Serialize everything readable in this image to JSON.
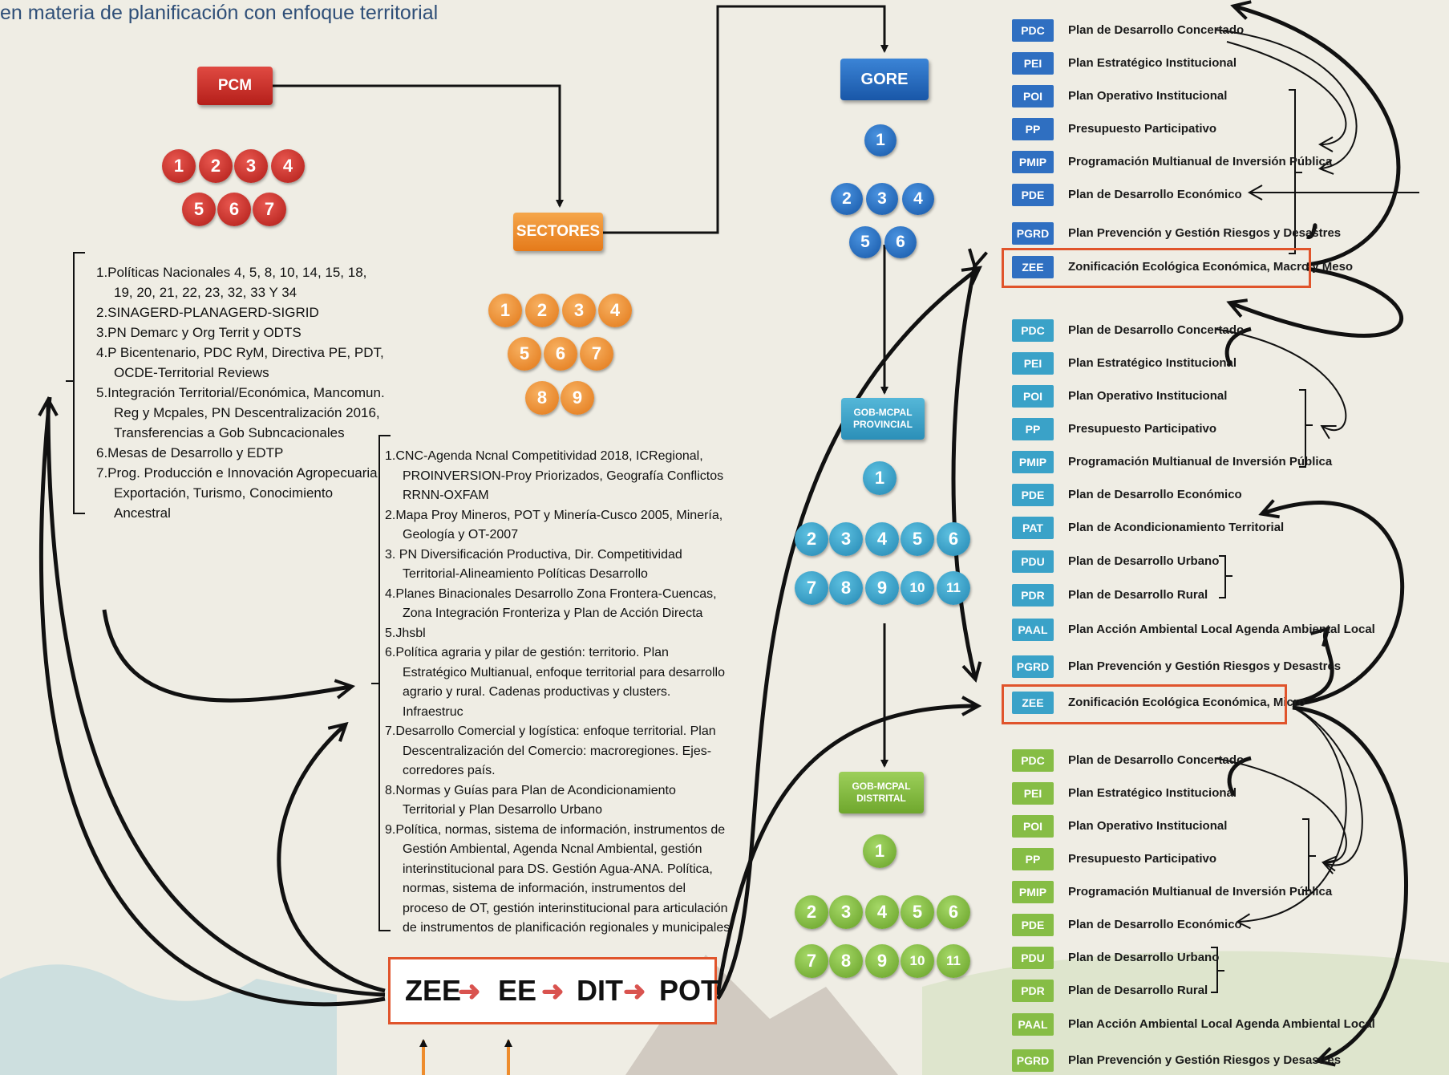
{
  "title": "en materia de planificación con enfoque territorial",
  "nodes": {
    "pcm": "PCM",
    "sectores": "SECTORES",
    "gore": "GORE",
    "gob_provincial": "GOB-MCPAL PROVINCIAL",
    "gob_distrital": "GOB-MCPAL DISTRITAL"
  },
  "pcm_numbers": [
    "1",
    "2",
    "3",
    "4",
    "5",
    "6",
    "7"
  ],
  "sectores_numbers": [
    "1",
    "2",
    "3",
    "4",
    "5",
    "6",
    "7",
    "8",
    "9"
  ],
  "gore_numbers": [
    "1",
    "2",
    "3",
    "4",
    "5",
    "6"
  ],
  "provincial_numbers": [
    "1",
    "2",
    "3",
    "4",
    "5",
    "6",
    "7",
    "8",
    "9",
    "10",
    "11"
  ],
  "distrital_numbers": [
    "1",
    "2",
    "3",
    "4",
    "5",
    "6",
    "7",
    "8",
    "9",
    "10",
    "11"
  ],
  "pcm_list": [
    "1.Políticas Nacionales  4, 5, 8, 10, 14, 15, 18, 19, 20, 21, 22, 23, 32, 33 Y 34",
    "2.SINAGERD-PLANAGERD-SIGRID",
    "3.PN Demarc y Org Territ y ODTS",
    "4.P Bicentenario, PDC RyM, Directiva PE, PDT, OCDE-Territorial Reviews",
    "5.Integración Territorial/Económica, Mancomun. Reg y Mcpales, PN Descentralización 2016, Transferencias a Gob Subncacionales",
    "6.Mesas de Desarrollo y EDTP",
    "7.Prog. Producción e Innovación  Agropecuaria, Exportación,  Turismo,  Conocimiento Ancestral"
  ],
  "sectores_list": [
    "1.CNC-Agenda Ncnal Competitividad 2018, ICRegional, PROINVERSION-Proy Priorizados, Geografía Conflictos RRNN-OXFAM",
    "2.Mapa Proy Mineros, POT y Minería-Cusco 2005, Minería, Geología y OT-2007",
    "3. PN Diversificación Productiva, Dir.  Competitividad Territorial-Alineamiento Políticas Desarrollo",
    "4.Planes Binacionales Desarrollo Zona Frontera-Cuencas, Zona Integración Fronteriza y Plan de Acción Directa",
    "5.Jhsbl",
    "6.Política agraria y pilar de gestión: territorio. Plan Estratégico Multianual, enfoque territorial para desarrollo agrario y rural. Cadenas productivas y clusters. Infraestruc",
    "7.Desarrollo Comercial y logística: enfoque territorial. Plan Descentralización del Comercio: macroregiones. Ejes-corredores país.",
    "8.Normas y Guías para Plan de Acondicionamiento Territorial y Plan Desarrollo Urbano",
    "9.Política, normas, sistema de información, instrumentos de Gestión Ambiental, Agenda Ncnal Ambiental, gestión interinstitucional para DS. Gestión Agua-ANA. Política, normas, sistema de información, instrumentos del proceso de OT, gestión interinstitucional para articulación de instrumentos de planificación regionales y municipales"
  ],
  "flow": [
    "ZEE",
    "EE",
    "DIT",
    "POT"
  ],
  "gore_plans": [
    {
      "code": "PDC",
      "name": "Plan de Desarrollo Concertado"
    },
    {
      "code": "PEI",
      "name": "Plan Estratégico Institucional"
    },
    {
      "code": "POI",
      "name": "Plan Operativo Institucional"
    },
    {
      "code": "PP",
      "name": "Presupuesto Participativo"
    },
    {
      "code": "PMIP",
      "name": "Programación Multianual de Inversión Pública"
    },
    {
      "code": "PDE",
      "name": "Plan de Desarrollo Económico"
    },
    {
      "code": "PGRD",
      "name": "Plan Prevención y Gestión Riesgos y Desastres"
    },
    {
      "code": "ZEE",
      "name": "Zonificación Ecológica Económica, Macro y Meso"
    }
  ],
  "provincial_plans": [
    {
      "code": "PDC",
      "name": "Plan de Desarrollo Concertado"
    },
    {
      "code": "PEI",
      "name": "Plan Estratégico Institucional"
    },
    {
      "code": "POI",
      "name": "Plan Operativo Institucional"
    },
    {
      "code": "PP",
      "name": "Presupuesto Participativo"
    },
    {
      "code": "PMIP",
      "name": "Programación Multianual de Inversión Pública"
    },
    {
      "code": "PDE",
      "name": "Plan de Desarrollo Económico"
    },
    {
      "code": "PAT",
      "name": "Plan de Acondicionamiento Territorial"
    },
    {
      "code": "PDU",
      "name": "Plan de Desarrollo Urbano"
    },
    {
      "code": "PDR",
      "name": "Plan de Desarrollo Rural"
    },
    {
      "code": "PAAL",
      "name": "Plan Acción Ambiental Local Agenda Ambiental Local"
    },
    {
      "code": "PGRD",
      "name": "Plan Prevención y Gestión Riesgos y Desastres"
    },
    {
      "code": "ZEE",
      "name": "Zonificación Ecológica Económica, Micro"
    }
  ],
  "distrital_plans": [
    {
      "code": "PDC",
      "name": "Plan de Desarrollo Concertado"
    },
    {
      "code": "PEI",
      "name": "Plan Estratégico Institucional"
    },
    {
      "code": "POI",
      "name": "Plan Operativo Institucional"
    },
    {
      "code": "PP",
      "name": "Presupuesto Participativo"
    },
    {
      "code": "PMIP",
      "name": "Programación Multianual de Inversión Pública"
    },
    {
      "code": "PDE",
      "name": "Plan de Desarrollo Económico"
    },
    {
      "code": "PDU",
      "name": "Plan de Desarrollo Urbano"
    },
    {
      "code": "PDR",
      "name": "Plan de Desarrollo Rural"
    },
    {
      "code": "PAAL",
      "name": "Plan Acción Ambiental Local Agenda Ambiental Local"
    },
    {
      "code": "PGRD",
      "name": "Plan Prevención y Gestión Riesgos y Desastres"
    }
  ],
  "colors": {
    "pcm": "#c9302c",
    "sectores": "#ee8c2c",
    "gore": "#1f63b6",
    "provincial": "#34a0c9",
    "distrital": "#7cb342",
    "highlight": "#e0542b"
  }
}
